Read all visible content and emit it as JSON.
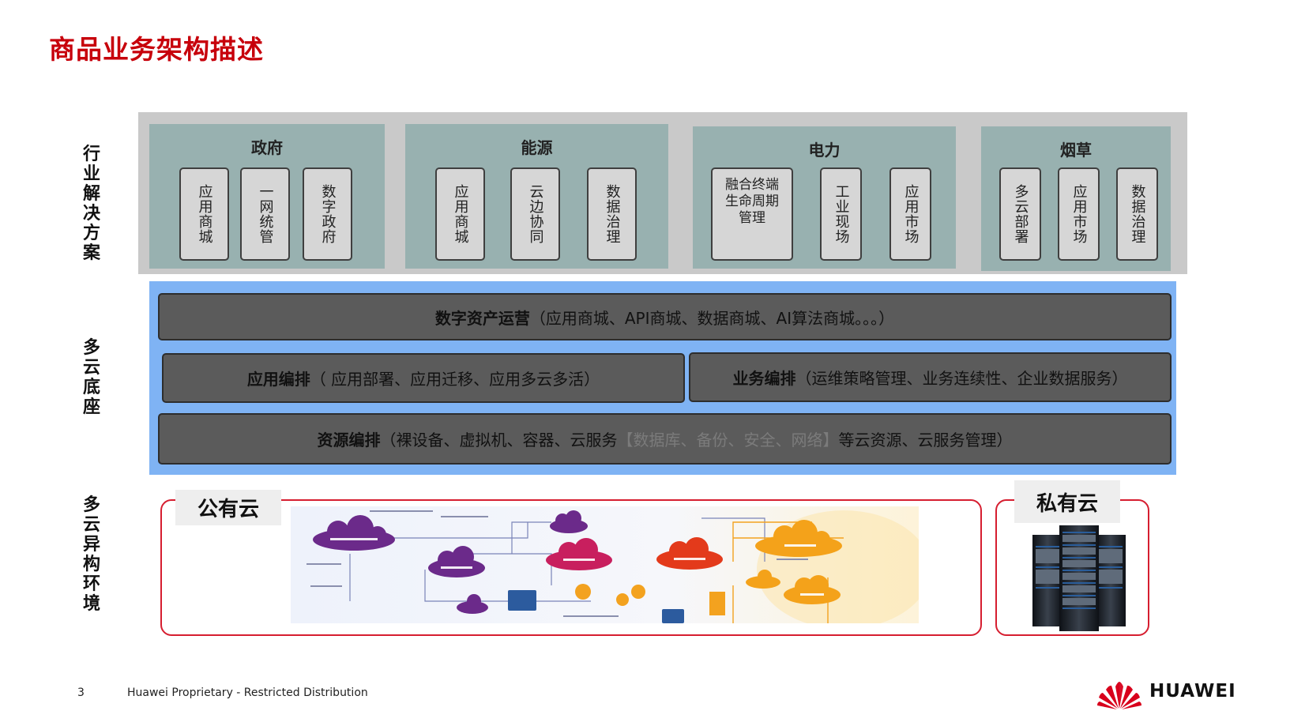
{
  "title": "商品业务架构描述",
  "side_labels": {
    "industry": "行业解决方案",
    "base": "多云底座",
    "env": "多云异构环境"
  },
  "industry_groups": [
    {
      "name": "政府",
      "items": [
        "应用商城",
        "一网统管",
        "数字政府"
      ]
    },
    {
      "name": "能源",
      "items": [
        "应用商城",
        "云边协同",
        "数据治理"
      ]
    },
    {
      "name": "电力",
      "items": [
        "融合终端生命周期管理",
        "工业现场",
        "应用市场"
      ]
    },
    {
      "name": "烟草",
      "items": [
        "多云部署",
        "应用市场",
        "数据治理"
      ]
    }
  ],
  "base": {
    "digital_ops": {
      "bold": "数字资产运营",
      "detail": "（应用商城、API商城、数据商城、AI算法商城。。。）"
    },
    "app_orch": {
      "bold": "应用编排",
      "detail": "（ 应用部署、应用迁移、应用多云多活）"
    },
    "biz_orch": {
      "bold": "业务编排",
      "detail": "（运维策略管理、业务连续性、企业数据服务）"
    },
    "res_orch": {
      "bold": "资源编排",
      "detail_a": "（裸设备、虚拟机、容器、云服务",
      "detail_muted": "【数据库、备份、安全、网络】",
      "detail_b": "等云资源、云服务管理）"
    }
  },
  "environments": {
    "public": "公有云",
    "private": "私有云"
  },
  "footer": {
    "page": "3",
    "text": "Huawei Proprietary - Restricted Distribution",
    "brand": "HUAWEI"
  },
  "colors": {
    "title_red": "#c7000b",
    "group_bg": "#98b1b0",
    "band_gray": "#c9c9c9",
    "base_blue": "#7fb3f4",
    "bar_dark": "#5b5b5b",
    "env_border": "#d61e30"
  }
}
